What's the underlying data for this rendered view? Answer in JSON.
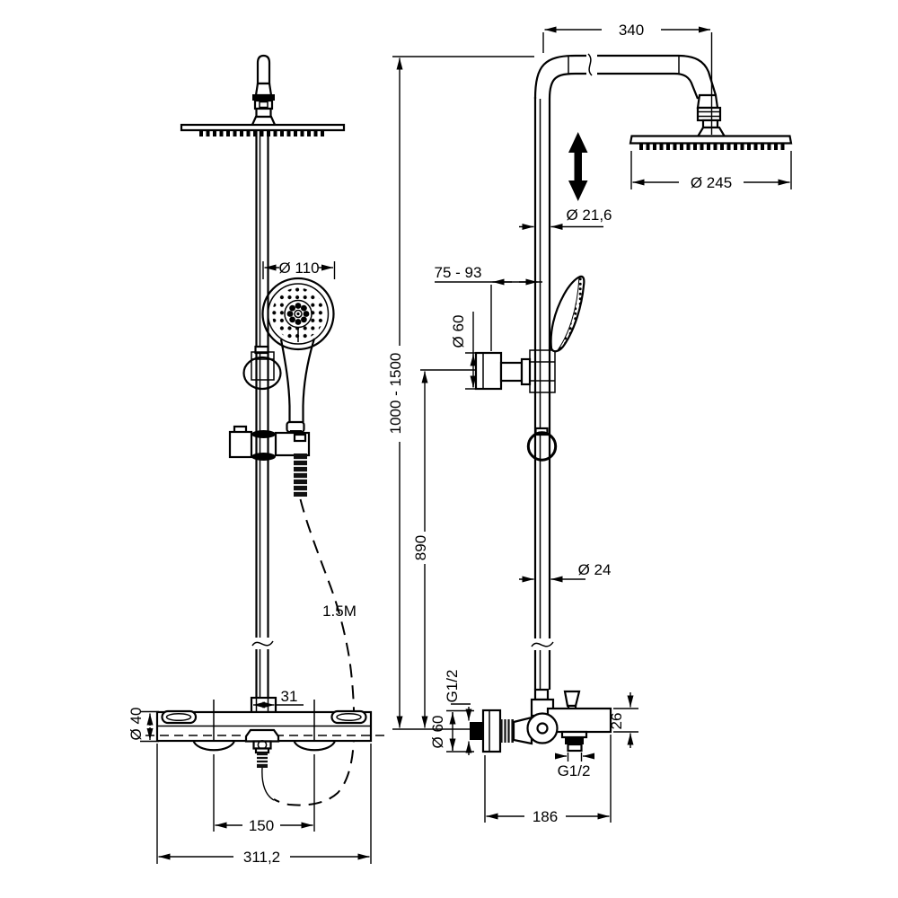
{
  "drawing": {
    "background_color": "#ffffff",
    "line_color": "#000000"
  },
  "front_view": {
    "labels": {
      "hand_shower_diameter": "Ø 110",
      "hose_length": "1.5M",
      "riser_connection_width": "31",
      "body_diameter": "Ø 40",
      "inlet_centres": "150",
      "overall_width": "311,2"
    }
  },
  "side_view": {
    "labels": {
      "arm_projection": "340",
      "head_diameter": "Ø 245",
      "upper_pipe_diameter": "Ø 21,6",
      "bracket_offset": "75 - 93",
      "bracket_flange_diameter": "Ø 60",
      "overall_height": "1000 - 1500",
      "riser_height": "890",
      "lower_pipe_diameter": "Ø 24",
      "inlet_thread": "G1/2",
      "wall_flange_diameter": "Ø 60",
      "spout_height": "26",
      "outlet_thread": "G1/2",
      "valve_width": "186"
    }
  }
}
